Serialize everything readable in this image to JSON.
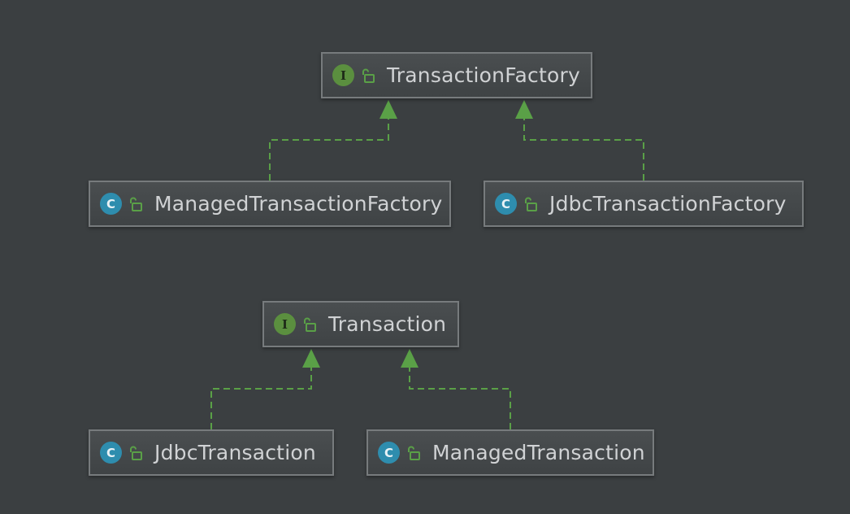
{
  "diagram": {
    "kind": "uml-class-diagram",
    "colors": {
      "background": "#3b3f41",
      "edge": "#5aa047",
      "interface_badge": "#5b8f3f",
      "class_badge": "#2e8dae"
    },
    "nodes": {
      "transaction_factory": {
        "label": "TransactionFactory",
        "type": "interface",
        "badge": "I",
        "icon": "unlocked-icon"
      },
      "managed_transaction_factory": {
        "label": "ManagedTransactionFactory",
        "type": "class",
        "badge": "C",
        "icon": "unlocked-icon"
      },
      "jdbc_transaction_factory": {
        "label": "JdbcTransactionFactory",
        "type": "class",
        "badge": "C",
        "icon": "unlocked-icon"
      },
      "transaction": {
        "label": "Transaction",
        "type": "interface",
        "badge": "I",
        "icon": "unlocked-icon"
      },
      "jdbc_transaction": {
        "label": "JdbcTransaction",
        "type": "class",
        "badge": "C",
        "icon": "unlocked-icon"
      },
      "managed_transaction": {
        "label": "ManagedTransaction",
        "type": "class",
        "badge": "C",
        "icon": "unlocked-icon"
      }
    },
    "edges": [
      {
        "from": "managed_transaction_factory",
        "to": "transaction_factory",
        "relation": "implements"
      },
      {
        "from": "jdbc_transaction_factory",
        "to": "transaction_factory",
        "relation": "implements"
      },
      {
        "from": "jdbc_transaction",
        "to": "transaction",
        "relation": "implements"
      },
      {
        "from": "managed_transaction",
        "to": "transaction",
        "relation": "implements"
      }
    ]
  }
}
